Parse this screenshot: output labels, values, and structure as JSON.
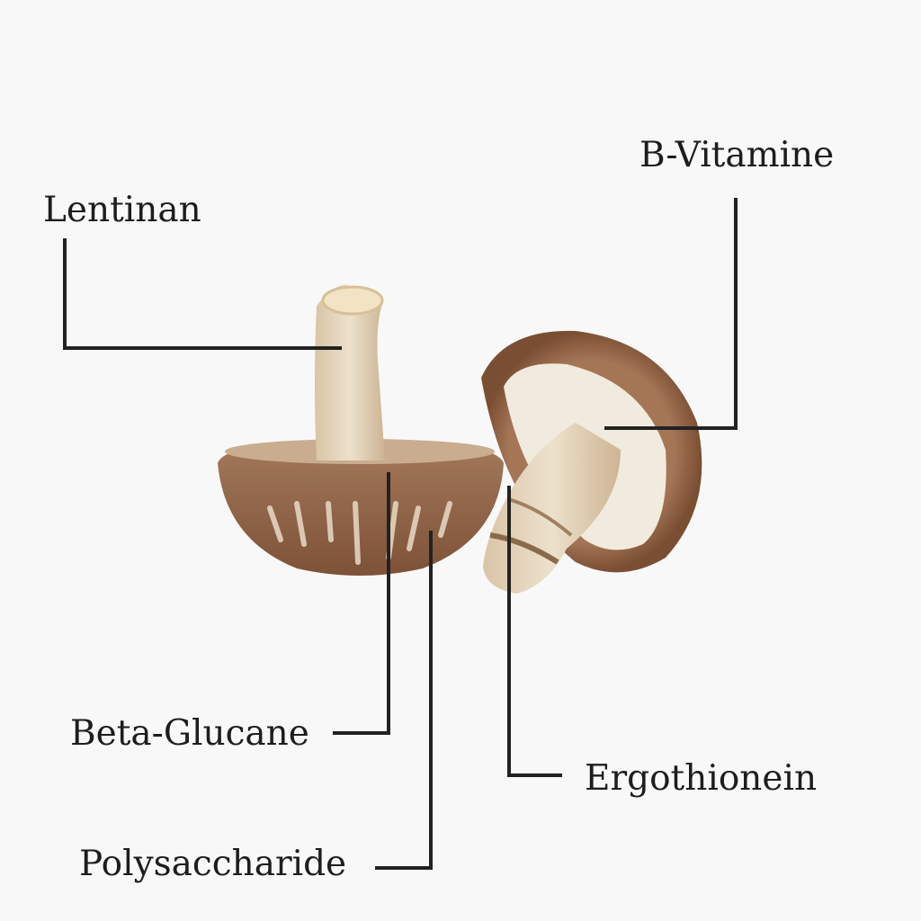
{
  "labels": {
    "lentinan": "Lentinan",
    "b_vitamine": "B-Vitamine",
    "beta_glucane": "Beta-Glucane",
    "ergothionein": "Ergothionein",
    "polysaccharide": "Polysaccharide"
  },
  "colors": {
    "background": "#f8f8f8",
    "leader_line": "#222222",
    "cap_brown": "#8a5a3c",
    "gill_cream": "#efe6d6"
  }
}
